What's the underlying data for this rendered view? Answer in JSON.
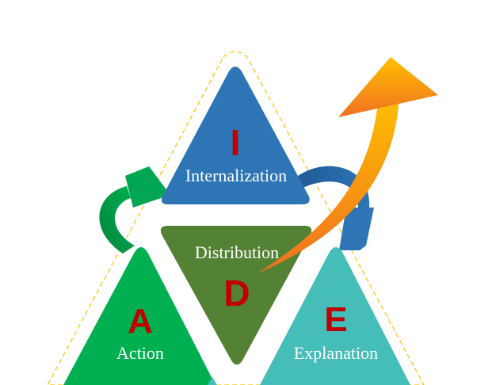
{
  "diagram": {
    "top": {
      "letter": "I",
      "label": "Internalization",
      "color": "#2e75b6"
    },
    "middle": {
      "letter": "D",
      "label": "Distribution",
      "color": "#548235"
    },
    "left": {
      "letter": "A",
      "label": "Action",
      "color": "#00b050"
    },
    "right": {
      "letter": "E",
      "label": "Explanation",
      "color": "#45bdb8"
    },
    "letter_color": "#c00000",
    "label_color": "#ffffff",
    "outline_color": "#f5c400",
    "cycle_arrow_left_color": "#00a651",
    "cycle_arrow_right_color": "#2e75b6",
    "growth_arrow_colors": [
      "#ffc000",
      "#f07020"
    ]
  }
}
